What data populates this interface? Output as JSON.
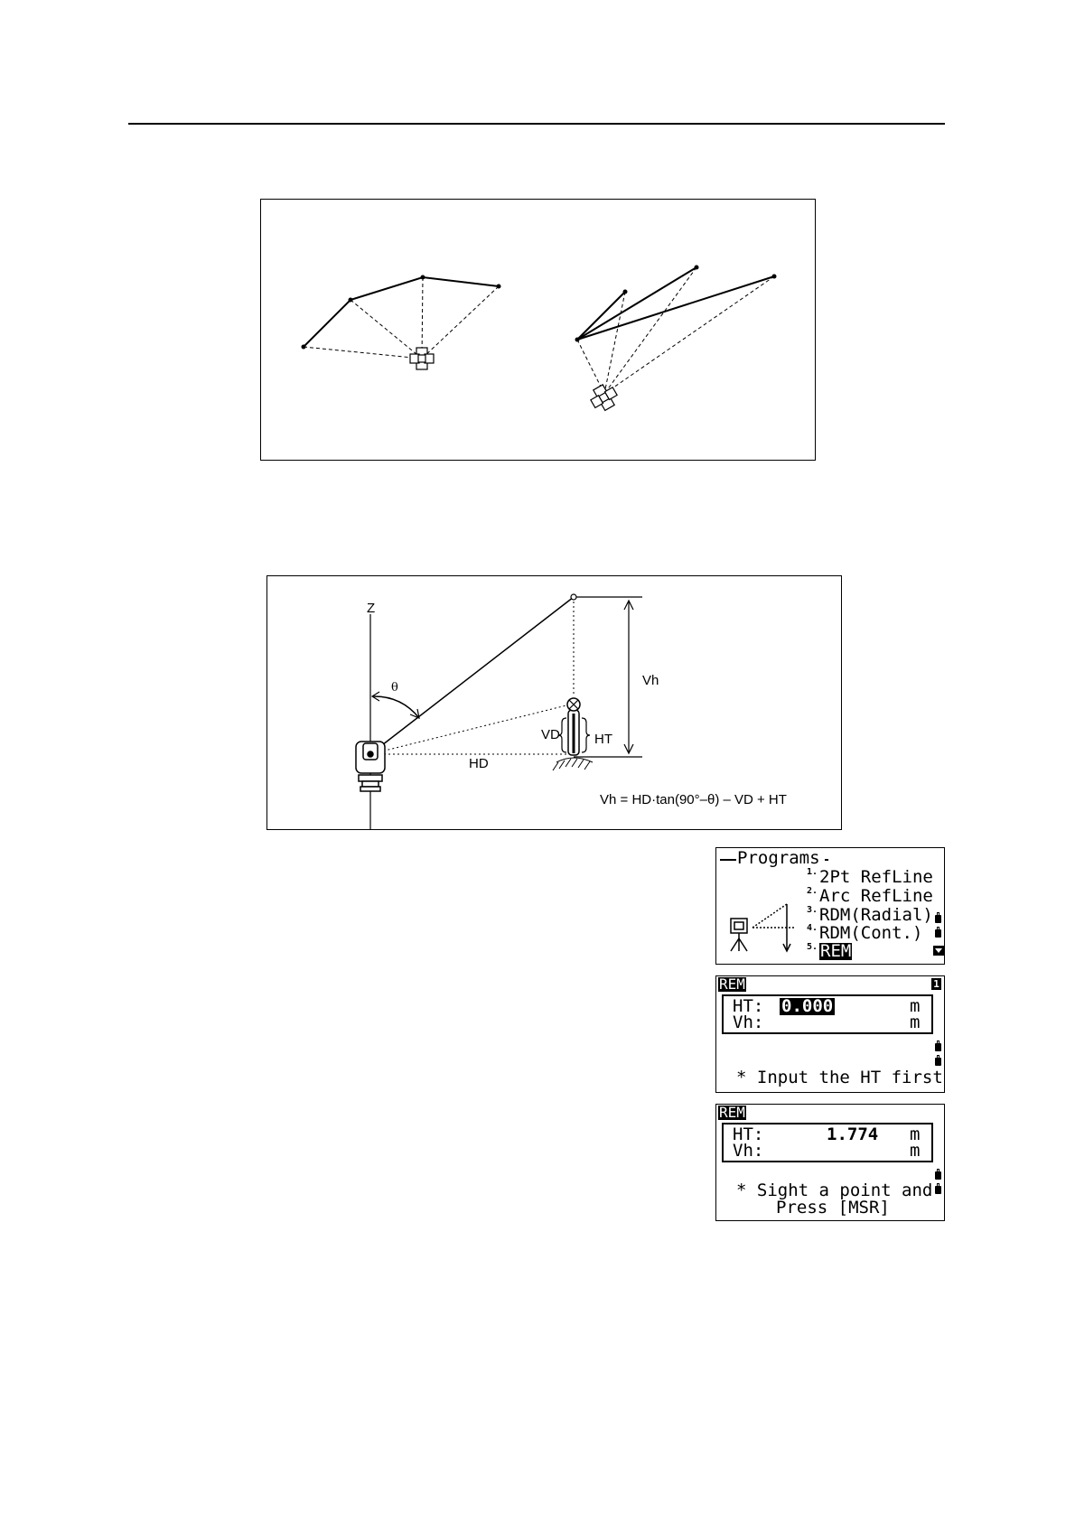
{
  "fig2": {
    "z_label": "Z",
    "theta_label": "θ",
    "vh_label": "Vh",
    "vd_label": "VD",
    "ht_label": "HT",
    "hd_label": "HD",
    "formula": "Vh = HD·tan(90°–θ) – VD + HT"
  },
  "screen_programs": {
    "title": "Programs",
    "items": [
      {
        "num": "1.",
        "label": "2Pt RefLine"
      },
      {
        "num": "2.",
        "label": "Arc RefLine"
      },
      {
        "num": "3.",
        "label": "RDM(Radial)"
      },
      {
        "num": "4.",
        "label": "RDM(Cont.)"
      },
      {
        "num": "5.",
        "label": "REM"
      }
    ],
    "selected_index": 4,
    "icons": [
      "instrument-icon",
      "battery-icon",
      "scroll-down-arrow-icon"
    ]
  },
  "screen_rem_input": {
    "title": "REM",
    "page": "1",
    "ht_label": "HT:",
    "ht_value": "0.000",
    "vh_label": "Vh:",
    "unit1": "m",
    "unit2": "m",
    "message": "* Input the HT first"
  },
  "screen_rem_sight": {
    "title": "REM",
    "ht_label": "HT:",
    "ht_value": "1.774",
    "vh_label": "Vh:",
    "unit1": "m",
    "unit2": "m",
    "message_line1": "* Sight a point and",
    "message_line2": "Press [MSR]"
  }
}
